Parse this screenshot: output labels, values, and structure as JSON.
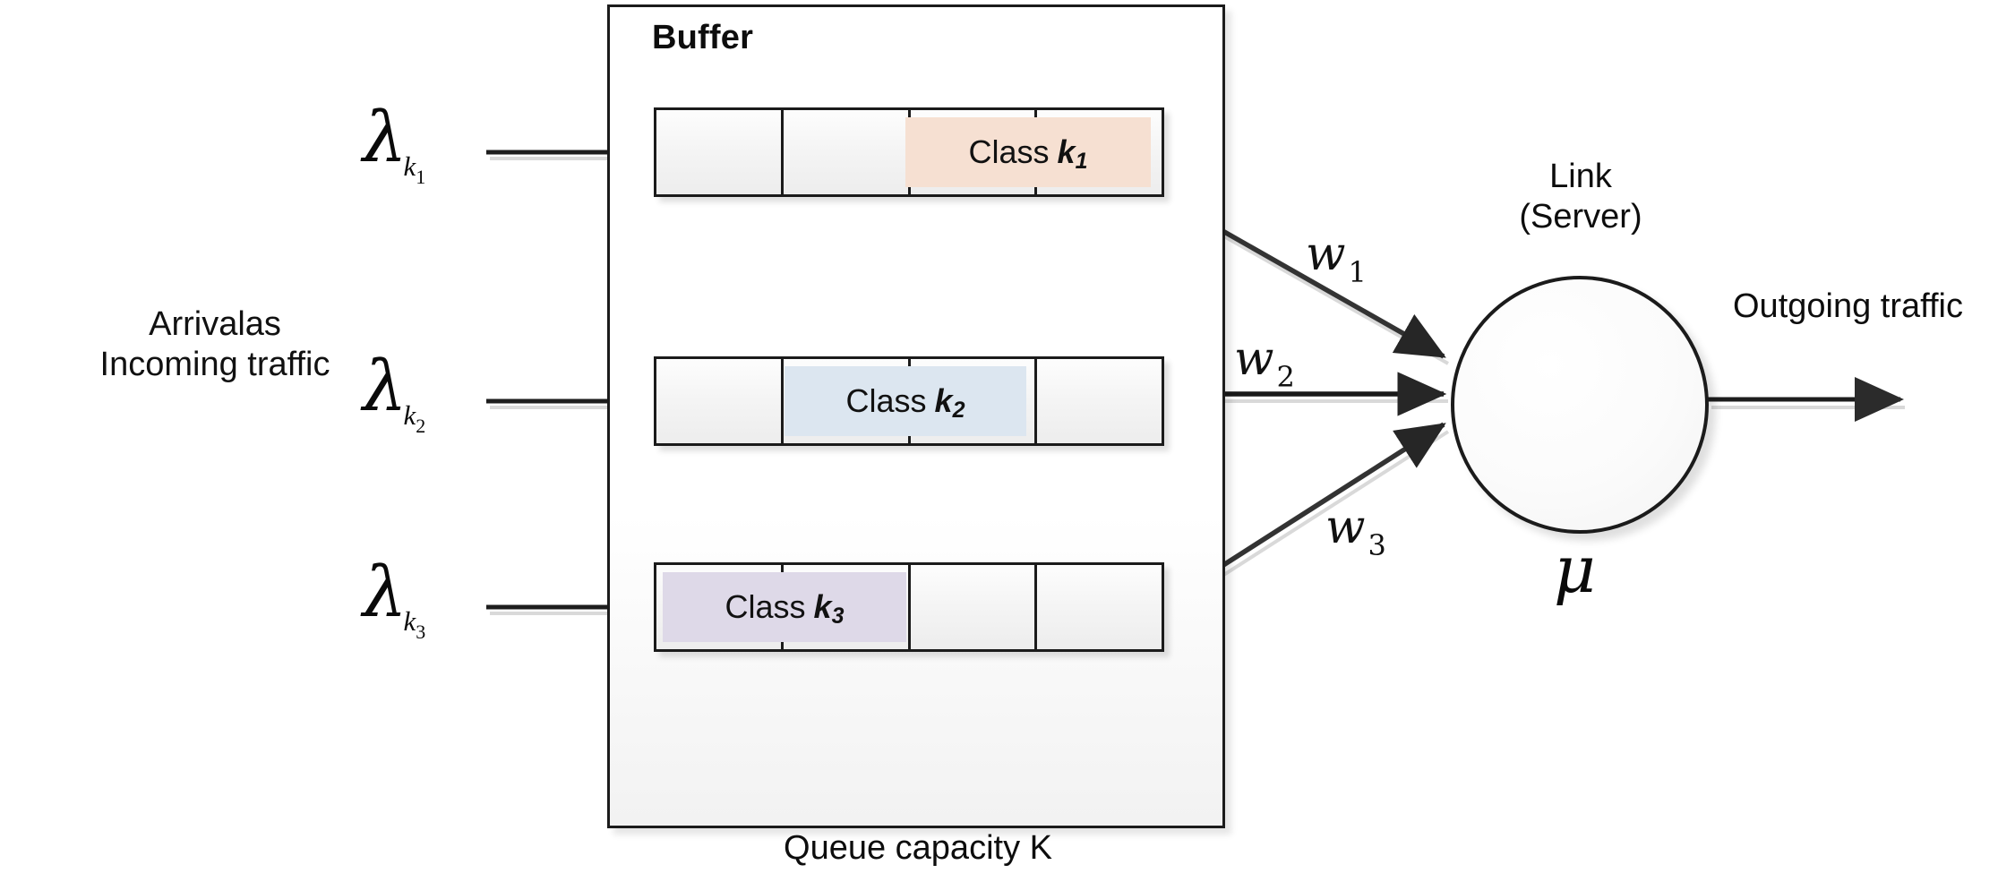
{
  "diagram": {
    "title_caption": "Queue capacity K",
    "arrivals": {
      "line1": "Arrivalas",
      "line2": "Incoming traffic"
    },
    "buffer": {
      "label": "Buffer",
      "rows": [
        {
          "arrival_symbol": "λ",
          "arrival_sub": "k",
          "arrival_subsub": "1",
          "cells": 4,
          "class_label": "Class",
          "class_symbol": "k",
          "class_index": "1",
          "class_color": "#f6e0d2",
          "weight_symbol": "w",
          "weight_index": "1"
        },
        {
          "arrival_symbol": "λ",
          "arrival_sub": "k",
          "arrival_subsub": "2",
          "cells": 4,
          "class_label": "Class",
          "class_symbol": "k",
          "class_index": "2",
          "class_color": "#dce6f0",
          "weight_symbol": "w",
          "weight_index": "2"
        },
        {
          "arrival_symbol": "λ",
          "arrival_sub": "k",
          "arrival_subsub": "3",
          "cells": 4,
          "class_label": "Class",
          "class_symbol": "k",
          "class_index": "3",
          "class_color": "#ded9e8",
          "weight_symbol": "w",
          "weight_index": "3"
        }
      ]
    },
    "server": {
      "line1": "Link",
      "line2": "(Server)",
      "rate_symbol": "μ"
    },
    "outgoing": {
      "label": "Outgoing traffic"
    },
    "colors": {
      "stroke": "#1b1b1b",
      "background": "#ffffff",
      "class_k1": "#f6e0d2",
      "class_k2": "#dce6f0",
      "class_k3": "#ded9e8"
    }
  }
}
